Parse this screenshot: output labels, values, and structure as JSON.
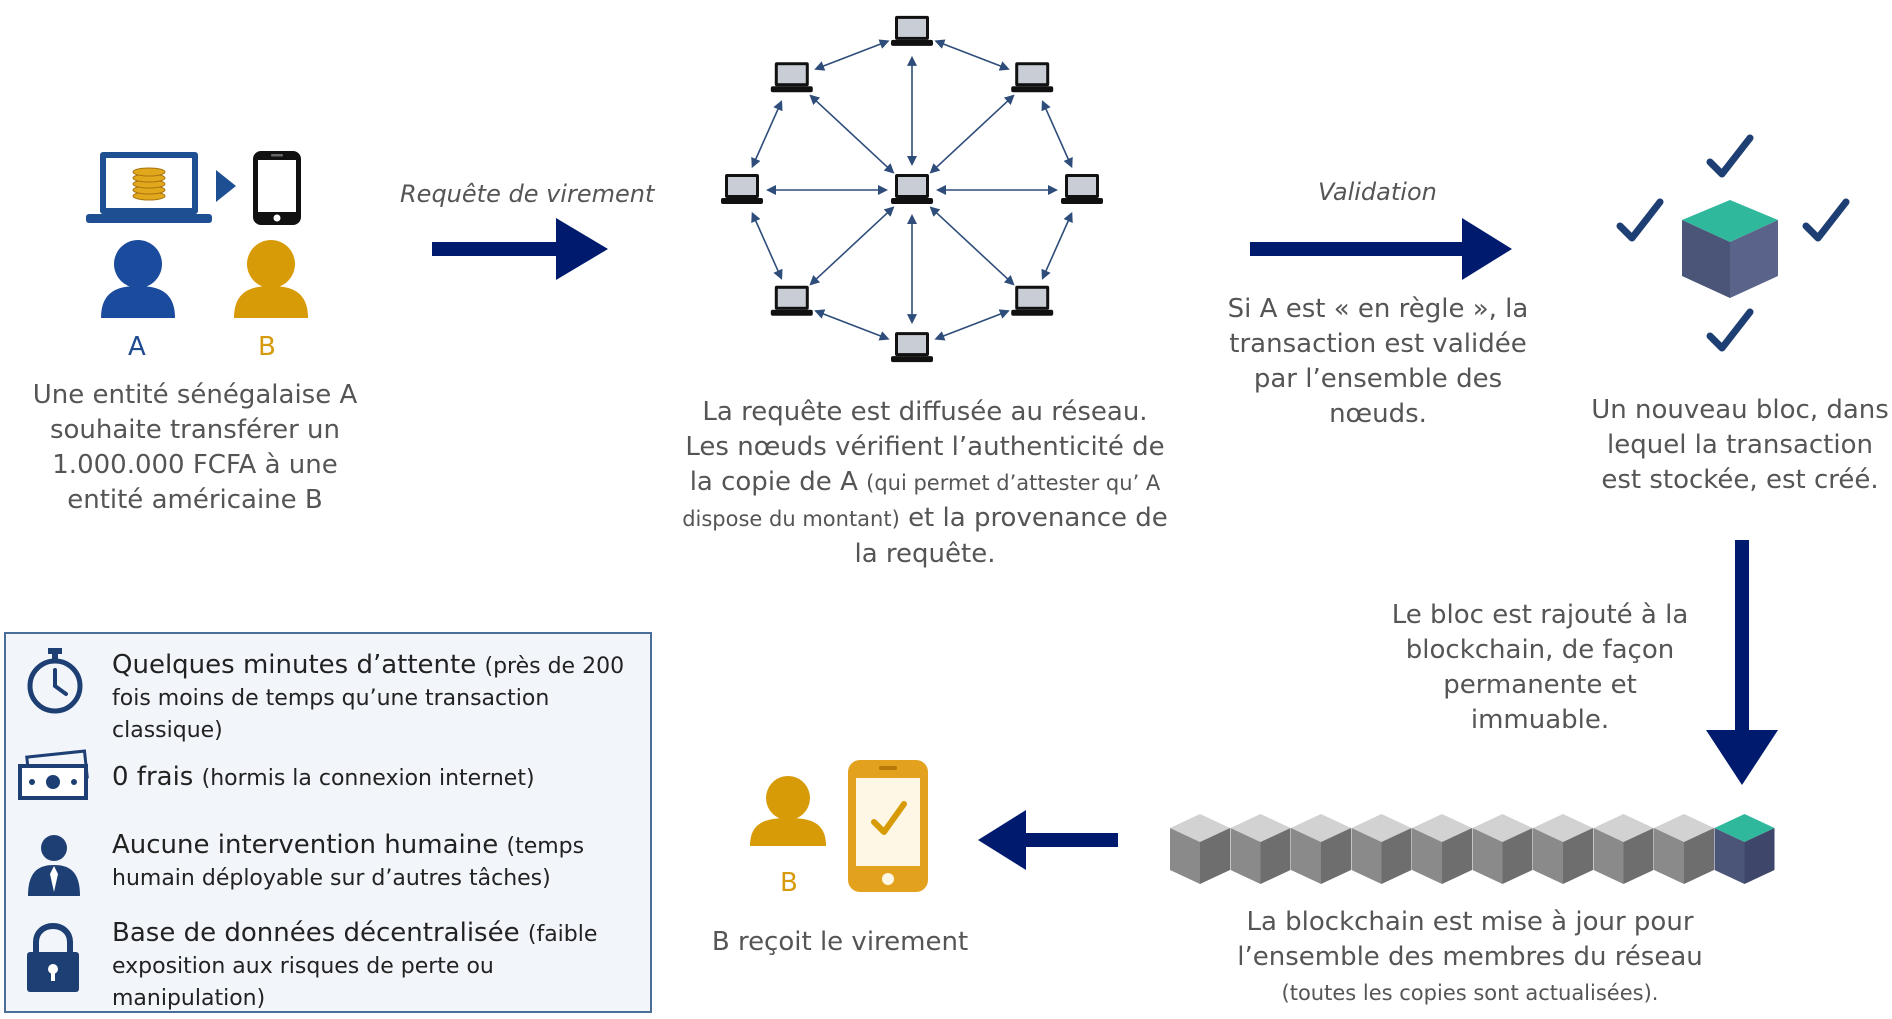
{
  "step1": {
    "label_a": "A",
    "label_b": "B",
    "description": "Une entité sénégalaise A souhaite transférer un 1.000.000 FCFA à une entité américaine B"
  },
  "arrow1": {
    "label": "Requête de virement"
  },
  "step2": {
    "description_main1": "La requête est diffusée au réseau. Les nœuds vérifient l’authenticité de la copie de A",
    "description_small": "(qui permet d’attester qu’ A dispose du montant)",
    "description_main2": "et la provenance de la requête."
  },
  "arrow2": {
    "label": "Validation",
    "description": "Si A est « en règle », la transaction est validée par l’ensemble des nœuds."
  },
  "step3": {
    "description": "Un nouveau bloc, dans lequel la transaction est stockée, est créé."
  },
  "arrow3": {
    "description": "Le bloc est rajouté à la blockchain, de façon permanente et immuable."
  },
  "step4": {
    "description_main": "La blockchain est mise à jour pour l’ensemble des membres du réseau",
    "description_small": "(toutes les copies sont actualisées)."
  },
  "step5": {
    "label_b": "B",
    "description": "B reçoit le virement"
  },
  "legend": [
    {
      "icon": "stopwatch-icon",
      "title": "Quelques minutes d’attente",
      "detail": "(près de 200 fois moins de temps qu’une transaction classique)"
    },
    {
      "icon": "cash-icon",
      "title": "0 frais",
      "detail": "(hormis la connexion internet)"
    },
    {
      "icon": "person-icon",
      "title": "Aucune intervention humaine",
      "detail": "(temps humain déployable sur d’autres tâches)"
    },
    {
      "icon": "padlock-icon",
      "title": "Base de données décentralisée",
      "detail": "(faible exposition aux risques de perte ou manipulation)"
    }
  ],
  "colors": {
    "navy": "#001a6e",
    "blue_person": "#1a4b9c",
    "gold_person": "#d89b08",
    "teal": "#2fb89c",
    "cube_side": "#4b5577",
    "legend_border": "#4a6e9a"
  }
}
